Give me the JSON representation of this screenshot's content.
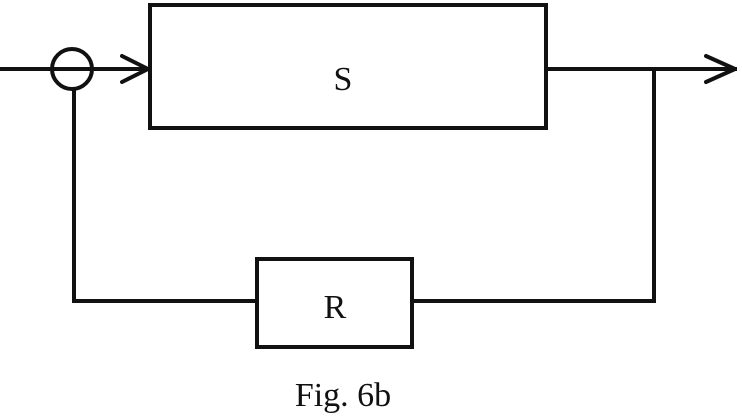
{
  "blocks": {
    "forward_label": "S",
    "feedback_label": "R"
  },
  "caption": "Fig. 6b"
}
